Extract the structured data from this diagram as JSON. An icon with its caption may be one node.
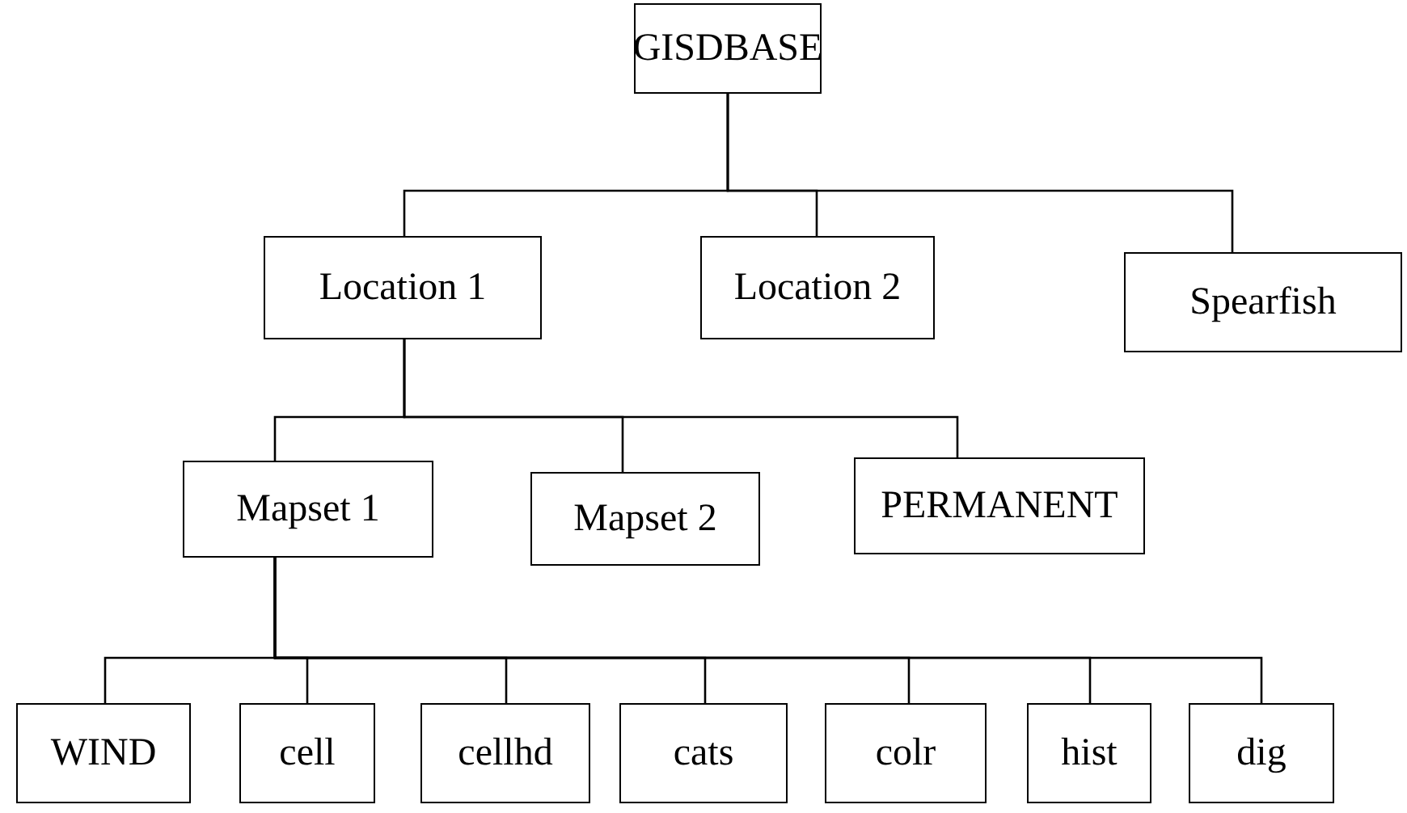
{
  "diagram": {
    "nodes": [
      {
        "text": [
          "GISDBASE"
        ]
      },
      {
        "text": [
          "Location 1"
        ]
      },
      {
        "text": [
          "Location 2"
        ]
      },
      {
        "text": [
          "Spearfish"
        ]
      },
      {
        "text": [
          "Mapset 1"
        ]
      },
      {
        "text": [
          "Mapset 2"
        ]
      },
      {
        "text": [
          "PERMANENT"
        ]
      },
      {
        "text": [
          "WIND"
        ]
      },
      {
        "text": [
          "cell"
        ]
      },
      {
        "text": [
          "cellhd"
        ]
      },
      {
        "text": [
          "cats"
        ]
      },
      {
        "text": [
          "colr"
        ]
      },
      {
        "text": [
          "hist"
        ]
      },
      {
        "text": [
          "dig"
        ]
      }
    ],
    "edges": [
      {
        "from": 0,
        "to": 1,
        "arrow": "none"
      },
      {
        "from": 0,
        "to": 2,
        "arrow": "none"
      },
      {
        "from": 0,
        "to": 3,
        "arrow": "none"
      },
      {
        "from": 1,
        "to": 4,
        "arrow": "none"
      },
      {
        "from": 1,
        "to": 5,
        "arrow": "none"
      },
      {
        "from": 1,
        "to": 6,
        "arrow": "none"
      },
      {
        "from": 4,
        "to": 7,
        "arrow": "none"
      },
      {
        "from": 4,
        "to": 8,
        "arrow": "none"
      },
      {
        "from": 4,
        "to": 9,
        "arrow": "none"
      },
      {
        "from": 4,
        "to": 10,
        "arrow": "none"
      },
      {
        "from": 4,
        "to": 11,
        "arrow": "none"
      },
      {
        "from": 4,
        "to": 12,
        "arrow": "none"
      },
      {
        "from": 4,
        "to": 13,
        "arrow": "none"
      }
    ]
  }
}
